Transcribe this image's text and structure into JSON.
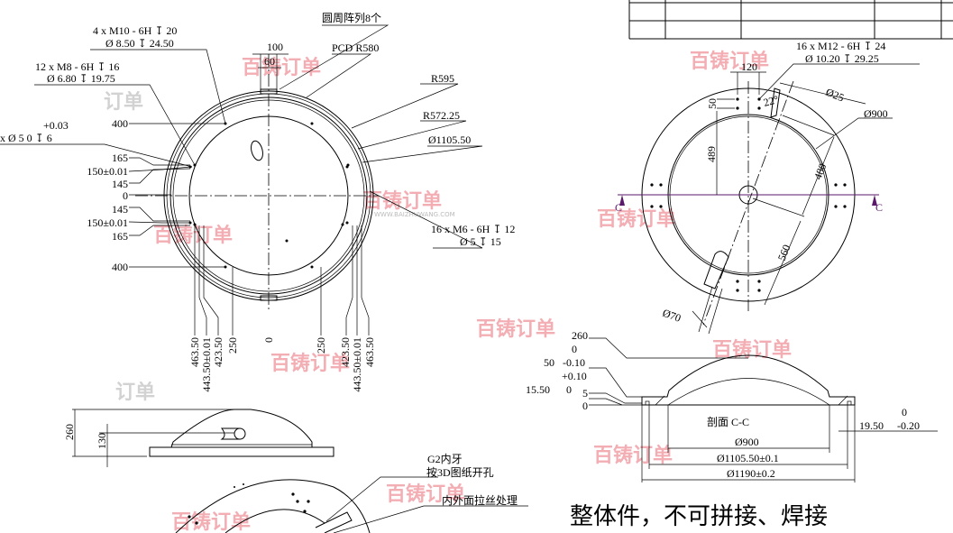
{
  "watermark": {
    "logo": "百铸订单",
    "url": "WWW.BAIZHUWANG.COM"
  },
  "top_view": {
    "pattern_note": "圆周阵列8个",
    "m10_line1": "4 x  M10 - 6H ↧ 20",
    "m10_line2": "Ø 8.50 ↧ 24.50",
    "m8_line1": "12 x  M8 - 6H ↧ 16",
    "m8_line2": "Ø 6.80 ↧ 19.75",
    "pin_tol_upper": "+0.03",
    "pin_line": "x  Ø 5   0    ↧ 6",
    "m6_line1": "16 x  M6 - 6H ↧ 12",
    "m6_line2": "Ø 5 ↧ 15",
    "dim_100": "100",
    "dim_60": "60",
    "pcd": "PCD R580",
    "r595": "R595",
    "r572": "R572.25",
    "d1105": "Ø1105.50",
    "ordinates_y": [
      "400",
      "165",
      "150±0.01",
      "145",
      "0",
      "145",
      "150±0.01",
      "165",
      "400"
    ],
    "ordinates_x": [
      "463.50",
      "443.50±0.01",
      "423.50",
      "250",
      "0",
      "250",
      "423.50",
      "443.50±0.01",
      "463.50"
    ]
  },
  "bottom_view": {
    "m12_line1": "16 x  M12 - 6H ↧ 24",
    "m12_line2": "Ø 10.20 ↧ 29.25",
    "dim_120": "120",
    "dim_50": "50",
    "angle": "22°",
    "d25": "Ø25",
    "d900": "Ø900",
    "dim_489": "489",
    "dim_480": "480",
    "dim_560": "560",
    "d70": "Ø70",
    "cut_left": "C",
    "cut_right": "C"
  },
  "section": {
    "title": "剖面 C-C",
    "h260": "260",
    "h50": "50",
    "h50_tol_up": "0",
    "h50_tol_low": "-0.10",
    "h15": "15.50",
    "h15_tol_up": "+0.10",
    "h15_tol_low": "0",
    "h5": "5",
    "h0": "0",
    "w19": "19.50",
    "w19_tol_up": "0",
    "w19_tol_low": "-0.20",
    "d900": "Ø900",
    "d1105": "Ø1105.50±0.1",
    "d1190": "Ø1190±0.2"
  },
  "side_view": {
    "h260": "260",
    "h130": "130"
  },
  "iso_view": {
    "note1": "G2内牙",
    "note2": "按3D图纸开孔",
    "note3": "内外面拉丝处理"
  },
  "main_note": "整体件，不可拼接、焊接"
}
